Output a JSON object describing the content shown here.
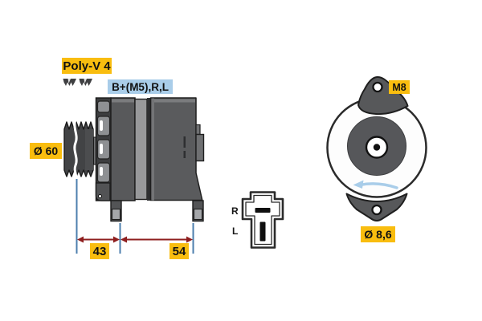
{
  "diagram": {
    "type": "technical-drawing",
    "subject": "alternator-dimension-diagram",
    "labels": {
      "belt_type": "Poly-V 4",
      "terminals": "B+(M5),R,L",
      "pulley_diameter": "Ø 60",
      "dim_pulley_to_mount": "43",
      "dim_mount_span": "54",
      "thread_size": "M8",
      "mount_hole_diameter": "Ø 8,6",
      "connector_pin_r": "R",
      "connector_pin_l": "L"
    },
    "colors": {
      "label_yellow": "#F9BD0F",
      "label_blue": "#A9CDE9",
      "dimension_red": "#8E1E1E",
      "extension_line_blue": "#4D7FAE",
      "rotation_arrow_blue": "#A9CDE9",
      "body_dark_gray": "#58595B",
      "body_light_gray": "#98999B",
      "outline": "#1F1F1F",
      "background": "#FFFFFF"
    },
    "icons": [
      "poly-v-belt-profile-icon",
      "rotation-direction-arrow-icon"
    ]
  }
}
